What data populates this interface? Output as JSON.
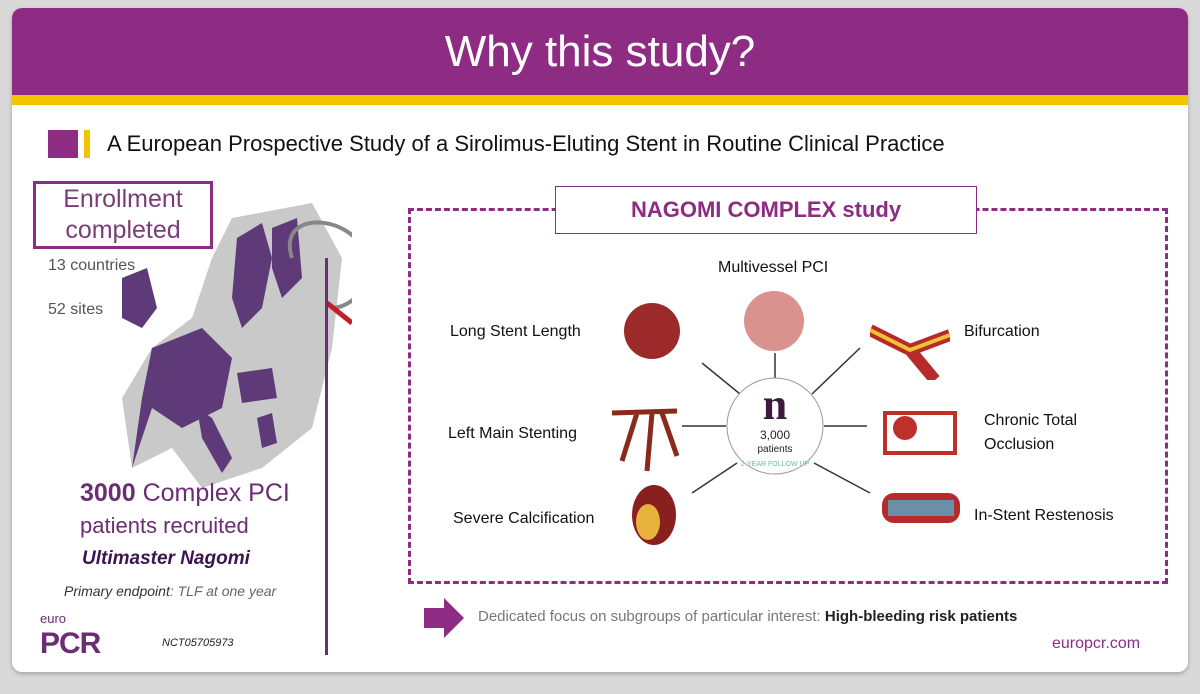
{
  "header": {
    "title": "Why this study?"
  },
  "subtitle": "A European Prospective Study of a Sirolimus-Eluting Stent in Routine Clinical Practice",
  "left": {
    "enrollment": "Enrollment completed",
    "countries": "13 countries",
    "sites": "52 sites",
    "count": "3000",
    "count_label": "Complex PCI",
    "recruited": "patients recruited",
    "brand": "Ultimaster Nagomi",
    "endpoint_label": "Primary endpoint",
    "endpoint_value": ": TLF at one year",
    "logo_small": "euro",
    "logo_big": "PCR",
    "nct": "NCT05705973"
  },
  "study": {
    "title": "NAGOMI COMPLEX study",
    "center_letter": "n",
    "center_count": "3,000",
    "center_unit": "patients",
    "follow_up": "2-YEAR FOLLOW UP",
    "items": [
      "Multivessel PCI",
      "Long Stent Length",
      "Bifurcation",
      "Left Main Stenting",
      "Chronic Total Occlusion",
      "Severe Calcification",
      "In-Stent Restenosis"
    ]
  },
  "footer": {
    "focus_text": "Dedicated focus on subgroups of particular interest: ",
    "focus_bold": "High-bleeding risk patients",
    "url": "europcr.com"
  },
  "colors": {
    "purple": "#8e2b83",
    "yellow": "#f5c400"
  }
}
